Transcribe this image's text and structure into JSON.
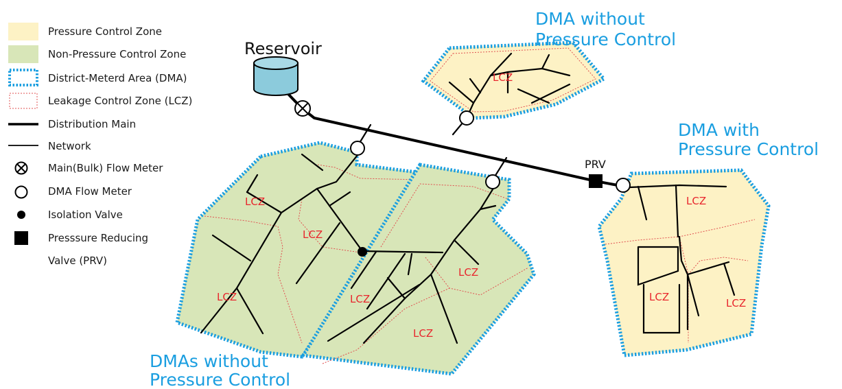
{
  "legend": {
    "items": [
      {
        "id": "pressure-control-zone",
        "label": "Pressure Control Zone"
      },
      {
        "id": "non-pressure-control-zone",
        "label": "Non-Pressure Control Zone"
      },
      {
        "id": "dma",
        "label": "District-Meterd Area (DMA)"
      },
      {
        "id": "lcz",
        "label": "Leakage Control Zone (LCZ)"
      },
      {
        "id": "distribution-main",
        "label": "Distribution Main"
      },
      {
        "id": "network",
        "label": "Network"
      },
      {
        "id": "main-flow-meter",
        "label": "Main(Bulk) Flow Meter"
      },
      {
        "id": "dma-flow-meter",
        "label": "DMA Flow Meter"
      },
      {
        "id": "isolation-valve",
        "label": "Isolation Valve"
      },
      {
        "id": "prv",
        "label": "Presssure Reducing",
        "label2": "Valve (PRV)"
      }
    ]
  },
  "labels": {
    "reservoir": "Reservoir",
    "prv": "PRV",
    "lcz": "LCZ",
    "dma_top_line1": "DMA without",
    "dma_top_line2": "Pressure Control",
    "dma_right_line1": "DMA with",
    "dma_right_line2": "Pressure Control",
    "dma_bottom_line1": "DMAs without",
    "dma_bottom_line2": "Pressure Control"
  },
  "colors": {
    "pressure_zone_fill": "#fdf2c5",
    "non_pressure_zone_fill": "#d8e6b8",
    "dma_border": "#1a9ee0",
    "lcz_border": "#e05050",
    "lcz_text": "#e8262d",
    "reservoir_fill": "#8ccbdc"
  }
}
